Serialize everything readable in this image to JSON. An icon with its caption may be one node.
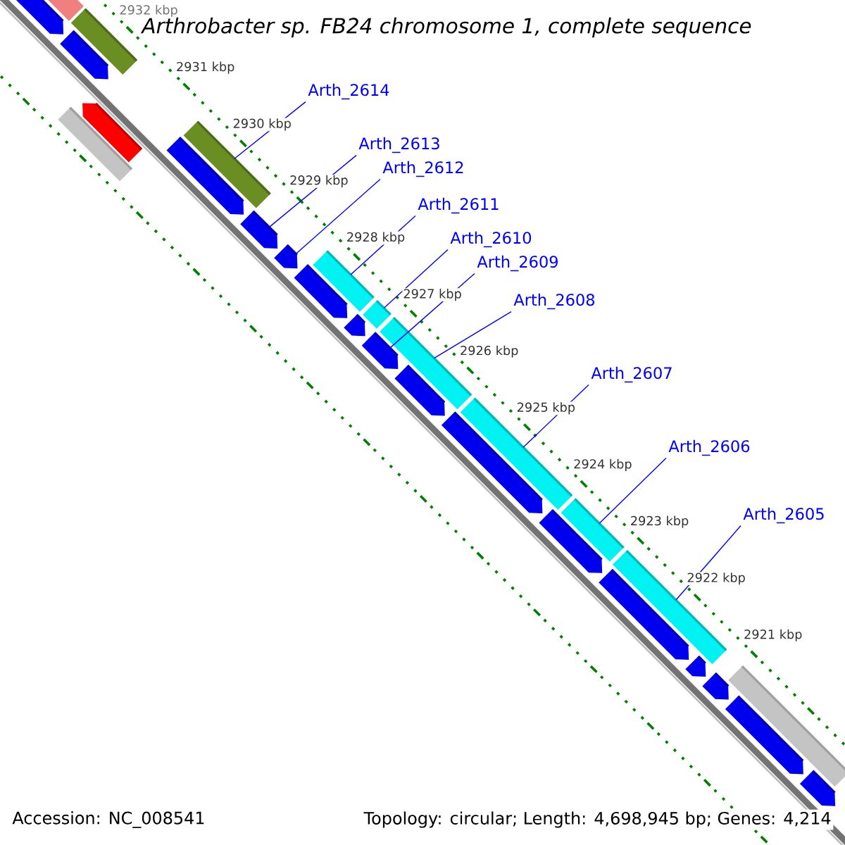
{
  "diagram": {
    "title": "*Arthrobacter sp.* *FB24 chromosome 1, complete sequence*",
    "nodes": [
      {
        "text": [
          "Arth_2614"
        ]
      },
      {
        "text": [
          "Arth_2613"
        ]
      },
      {
        "text": [
          "Arth_2612"
        ]
      },
      {
        "text": [
          "Arth_2611"
        ]
      },
      {
        "text": [
          "Arth_2610"
        ]
      },
      {
        "text": [
          "Arth_2609"
        ]
      },
      {
        "text": [
          "Arth_2608"
        ]
      },
      {
        "text": [
          "Arth_2607"
        ]
      },
      {
        "text": [
          "Arth_2606"
        ]
      },
      {
        "text": [
          "Arth_2605"
        ]
      },
      {
        "text": [],
        "shape": "arrow"
      },
      {
        "text": [],
        "shape": "bar"
      },
      {
        "text": [],
        "shape": "bar"
      },
      {
        "text": [],
        "shape": "arrow"
      },
      {
        "text": [],
        "shape": "bar"
      },
      {
        "text": [],
        "shape": "arrow"
      },
      {
        "text": [],
        "shape": "arrow"
      },
      {
        "text": [],
        "shape": "bar"
      },
      {
        "text": [],
        "shape": "arrow"
      },
      {
        "text": [],
        "shape": "arrow"
      },
      {
        "text": [],
        "shape": "arrow"
      },
      {
        "text": [],
        "shape": "bar"
      },
      {
        "text": [],
        "shape": "arrow"
      },
      {
        "text": [],
        "shape": "bar"
      },
      {
        "text": [],
        "shape": "arrow"
      },
      {
        "text": [],
        "shape": "bar"
      },
      {
        "text": [],
        "shape": "arrow"
      },
      {
        "text": [],
        "shape": "arrow"
      },
      {
        "text": [],
        "shape": "bar"
      },
      {
        "text": [],
        "shape": "arrow"
      },
      {
        "text": [],
        "shape": "bar"
      },
      {
        "text": [],
        "shape": "bar"
      },
      {
        "text": [],
        "shape": "arrow"
      },
      {
        "text": [],
        "shape": "arrow"
      },
      {
        "text": [],
        "shape": "arrow"
      },
      {
        "text": [],
        "shape": "bar"
      },
      {
        "text": [],
        "shape": "arrow"
      },
      {
        "text": [],
        "shape": "arrow"
      }
    ],
    "edges": [
      {
        "from": 0,
        "to": 17,
        "arrow": "none"
      },
      {
        "from": 1,
        "to": 18,
        "arrow": "none"
      },
      {
        "from": 2,
        "to": 19,
        "arrow": "none"
      },
      {
        "from": 3,
        "to": 21,
        "arrow": "none"
      },
      {
        "from": 4,
        "to": 23,
        "arrow": "none"
      },
      {
        "from": 5,
        "to": 24,
        "arrow": "none"
      },
      {
        "from": 6,
        "to": 25,
        "arrow": "none"
      },
      {
        "from": 7,
        "to": 28,
        "arrow": "none"
      },
      {
        "from": 8,
        "to": 30,
        "arrow": "none"
      },
      {
        "from": 9,
        "to": 31,
        "arrow": "none"
      }
    ],
    "labels": [
      "2932 kbp",
      "2931 kbp",
      "2930 kbp",
      "2929 kbp",
      "2928 kbp",
      "2927 kbp",
      "2926 kbp",
      "2925 kbp",
      "2924 kbp",
      "2923 kbp",
      "2922 kbp",
      "2921 kbp",
      "Accession: NC_008541",
      "Topology: circular; Length: 4,698,945 bp; Genes: 4,214"
    ]
  }
}
